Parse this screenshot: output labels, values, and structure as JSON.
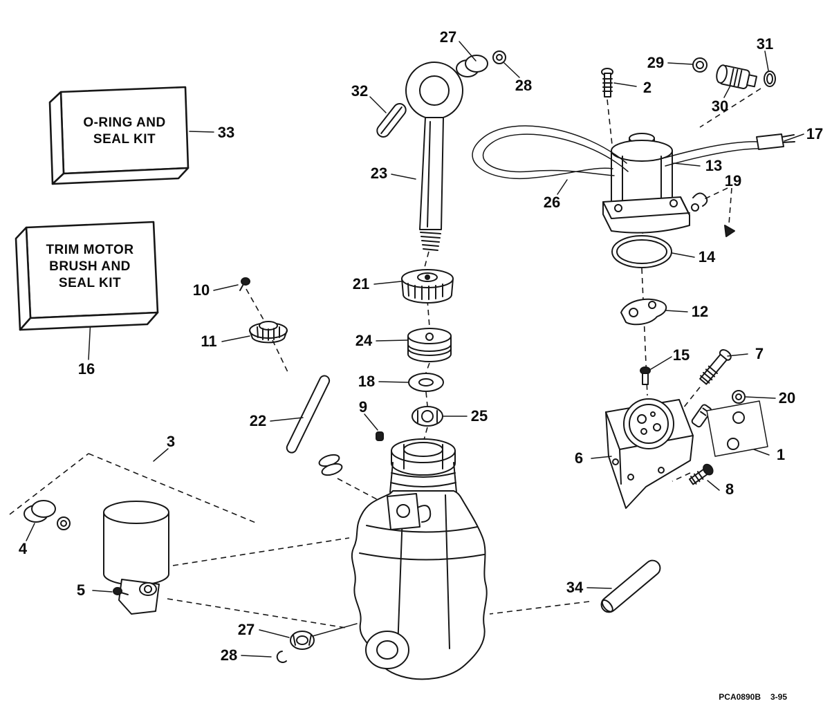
{
  "document": {
    "type": "exploded-parts-diagram",
    "subject": "power trim/tilt hydraulic assembly",
    "footer_code": "PCA0890B",
    "footer_date": "3-95"
  },
  "kit_boxes": [
    {
      "lines": [
        "O-RING AND",
        "SEAL KIT"
      ]
    },
    {
      "lines": [
        "TRIM MOTOR",
        "BRUSH AND",
        "SEAL KIT"
      ]
    }
  ],
  "callouts": [
    "27",
    "28",
    "29",
    "31",
    "30",
    "2",
    "32",
    "17",
    "33",
    "13",
    "23",
    "26",
    "19",
    "14",
    "10",
    "21",
    "12",
    "11",
    "24",
    "16",
    "15",
    "7",
    "18",
    "20",
    "22",
    "9",
    "25",
    "3",
    "1",
    "6",
    "8",
    "4",
    "5",
    "34",
    "27",
    "28"
  ]
}
